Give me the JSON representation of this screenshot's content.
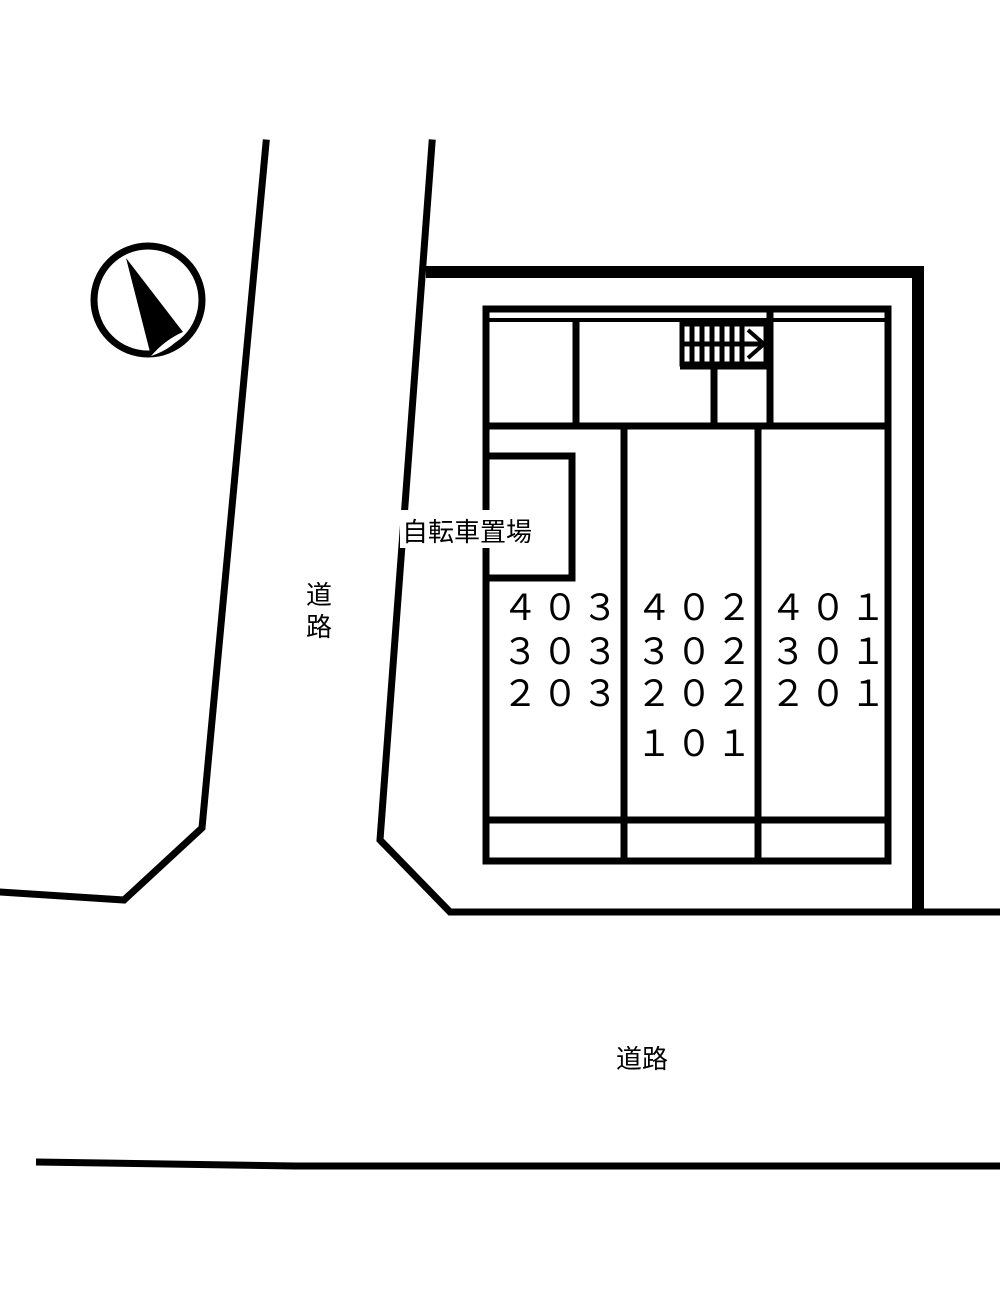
{
  "roads": {
    "west_label": "道路",
    "south_label": "道路"
  },
  "bicycle_parking": {
    "label": "自転車置場"
  },
  "compass": {
    "icon": "north-arrow-icon"
  },
  "units": {
    "west_column": [
      "４０３",
      "３０３",
      "２０３"
    ],
    "middle_column": [
      "４０２",
      "３０２",
      "２０２",
      "１０１"
    ],
    "east_column": [
      "４０１",
      "３０１",
      "２０１"
    ]
  },
  "colors": {
    "line": "#000000",
    "background": "#ffffff"
  }
}
